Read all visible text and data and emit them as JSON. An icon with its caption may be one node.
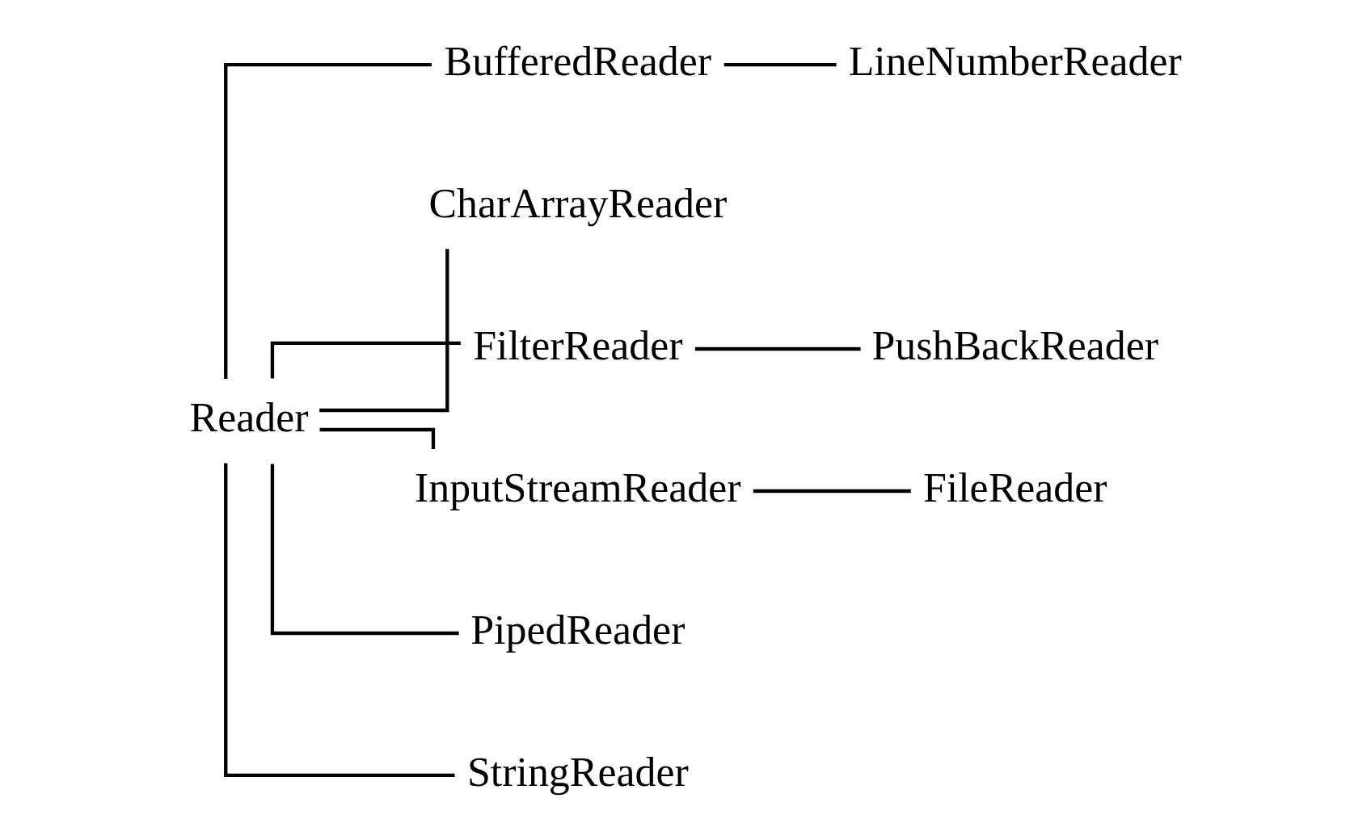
{
  "diagram": {
    "nodes": [
      {
        "text": [
          "Reader"
        ]
      },
      {
        "text": [
          "BufferedReader"
        ]
      },
      {
        "text": [
          "LineNumberReader"
        ]
      },
      {
        "text": [
          "CharArrayReader"
        ]
      },
      {
        "text": [
          "FilterReader"
        ]
      },
      {
        "text": [
          "PushBackReader"
        ]
      },
      {
        "text": [
          "InputStreamReader"
        ]
      },
      {
        "text": [
          "FileReader"
        ]
      },
      {
        "text": [
          "PipedReader"
        ]
      },
      {
        "text": [
          "StringReader"
        ]
      }
    ],
    "edges": [
      {
        "from": 0,
        "to": 1,
        "arrow": "none"
      },
      {
        "from": 1,
        "to": 2,
        "arrow": "none"
      },
      {
        "from": 0,
        "to": 3,
        "arrow": "none"
      },
      {
        "from": 0,
        "to": 4,
        "arrow": "none"
      },
      {
        "from": 4,
        "to": 5,
        "arrow": "none"
      },
      {
        "from": 0,
        "to": 6,
        "arrow": "none"
      },
      {
        "from": 6,
        "to": 7,
        "arrow": "none"
      },
      {
        "from": 0,
        "to": 8,
        "arrow": "none"
      },
      {
        "from": 0,
        "to": 9,
        "arrow": "none"
      }
    ]
  }
}
